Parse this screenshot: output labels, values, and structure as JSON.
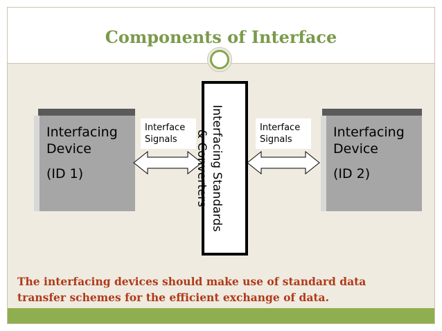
{
  "title": "Components of Interface",
  "left_device": {
    "line1": "Interfacing",
    "line2": "Device",
    "line3": "(ID 1)"
  },
  "right_device": {
    "line1": "Interfacing",
    "line2": "Device",
    "line3": "(ID 2)"
  },
  "left_signals": {
    "line1": "Interface",
    "line2": "Signals"
  },
  "right_signals": {
    "line1": "Interface",
    "line2": "Signals"
  },
  "center": {
    "line1": "Interfacing Standards",
    "line2": "& Converters"
  },
  "footer": {
    "line1": "The interfacing devices should make use of standard data",
    "line2": "transfer schemes for the efficient exchange of data."
  },
  "colors": {
    "title": "#7a9a4a",
    "accent": "#8fae4f",
    "footer_text": "#b03a1a",
    "device": "#a6a6a6"
  }
}
